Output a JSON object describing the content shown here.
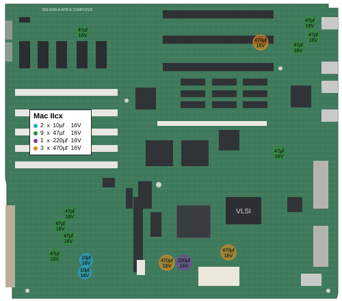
{
  "board": {
    "silkscreen_top": "820-0265-A  APPLE COMPUTER",
    "chip_marking_vlsi": "VLSI"
  },
  "legend": {
    "title": "Mac IIcx",
    "items": [
      {
        "text": "2  x  10µf    16V",
        "color": "#2aa3d3"
      },
      {
        "text": "9  x  47µf    16V",
        "color": "#2f8a3a"
      },
      {
        "text": "1  x  220µf  16V",
        "color": "#7b3fa0"
      },
      {
        "text": "3  x  470µf  16V",
        "color": "#e38a1e"
      }
    ]
  },
  "capacitors": [
    {
      "value": "47µf",
      "voltage": "16V",
      "color": "#2f8a3a"
    },
    {
      "value": "47µf",
      "voltage": "16V",
      "color": "#2f8a3a"
    },
    {
      "value": "47µf",
      "voltage": "16V",
      "color": "#2f8a3a"
    },
    {
      "value": "47µf",
      "voltage": "16V",
      "color": "#2f8a3a"
    },
    {
      "value": "47µf",
      "voltage": "16V",
      "color": "#2f8a3a"
    },
    {
      "value": "47µf",
      "voltage": "16V",
      "color": "#2f8a3a"
    },
    {
      "value": "47µf",
      "voltage": "16V",
      "color": "#2f8a3a"
    },
    {
      "value": "47µf",
      "voltage": "16V",
      "color": "#2f8a3a"
    },
    {
      "value": "47µf",
      "voltage": "16V",
      "color": "#2f8a3a"
    },
    {
      "value": "470µf",
      "voltage": "16V",
      "color": "#e38a1e"
    },
    {
      "value": "470µf",
      "voltage": "16V",
      "color": "#e38a1e"
    },
    {
      "value": "470µf",
      "voltage": "16V",
      "color": "#e38a1e"
    },
    {
      "value": "220µf",
      "voltage": "16V",
      "color": "#7b3fa0"
    },
    {
      "value": "10µf",
      "voltage": "16V",
      "color": "#2aa3d3"
    },
    {
      "value": "10µf",
      "voltage": "16V",
      "color": "#2aa3d3"
    }
  ]
}
